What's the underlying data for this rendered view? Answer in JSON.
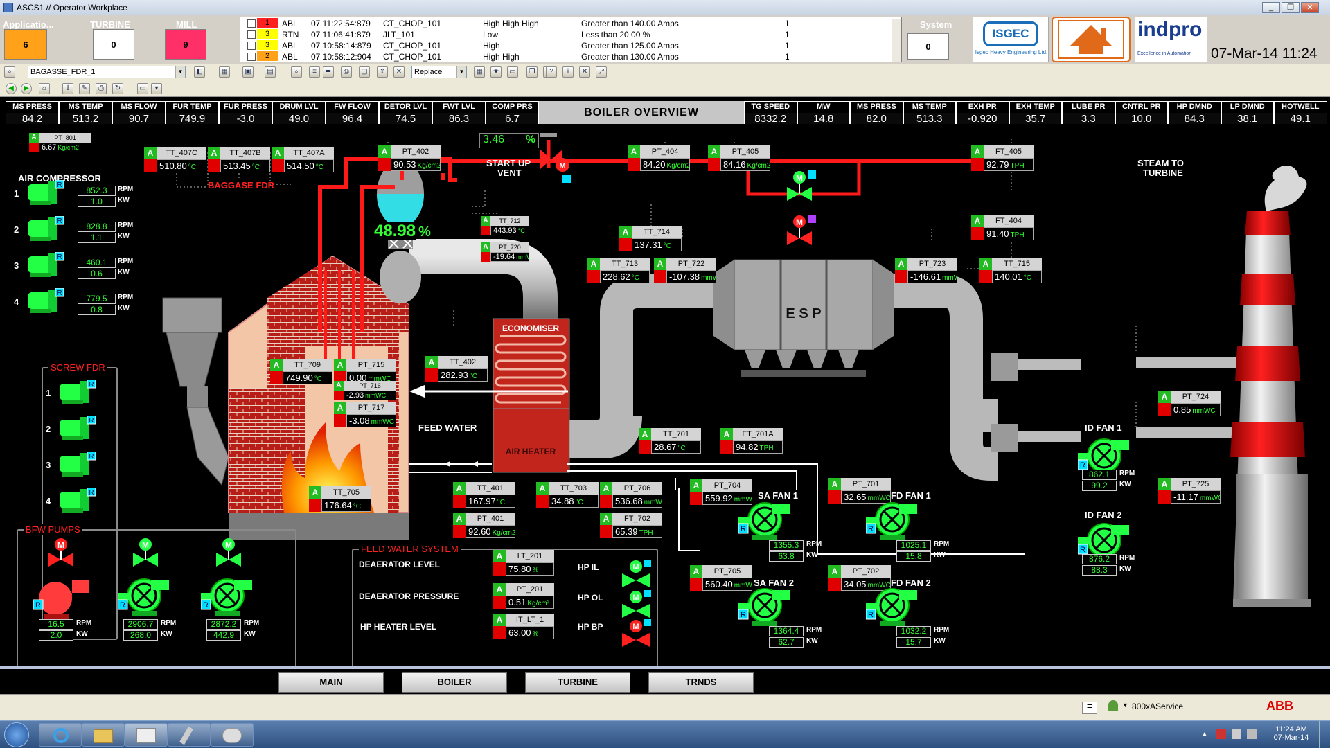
{
  "window": {
    "title": "ASCS1 // Operator Workplace",
    "min": "_",
    "restore": "❐",
    "close": "✕"
  },
  "indicators": [
    {
      "label": "Applicatio...",
      "value": "6",
      "color": "#ffa21a"
    },
    {
      "label": "TURBINE",
      "value": "0",
      "color": "#ffffff"
    },
    {
      "label": "MILL",
      "value": "9",
      "color": "#ff3068"
    }
  ],
  "system_indicator": {
    "label": "System",
    "value": "0"
  },
  "alarms": [
    {
      "pri": "1",
      "pri_color": "#ff2020",
      "state": "ABL",
      "time": "07 11:22:54:879",
      "tag": "CT_CHOP_101",
      "cond": "High High High",
      "desc": "Greater than 140.00 Amps",
      "cls": "1"
    },
    {
      "pri": "3",
      "pri_color": "#ffff00",
      "state": "RTN",
      "time": "07 11:06:41:879",
      "tag": "JLT_101",
      "cond": "Low",
      "desc": "Less than 20.00 %",
      "cls": "1"
    },
    {
      "pri": "3",
      "pri_color": "#ffff00",
      "state": "ABL",
      "time": "07 10:58:14:879",
      "tag": "CT_CHOP_101",
      "cond": "High",
      "desc": "Greater than 125.00 Amps",
      "cls": "1"
    },
    {
      "pri": "2",
      "pri_color": "#ffa21a",
      "state": "ABL",
      "time": "07 10:58:12:904",
      "tag": "CT_CHOP_101",
      "cond": "High High",
      "desc": "Greater than 130.00 Amps",
      "cls": "1"
    }
  ],
  "logos": {
    "isgec": "ISGEC",
    "isgec_sub": "Isgec Heavy Engineering Ltd.",
    "indpro": "indpro",
    "indpro_sub": "Excellence in Automation"
  },
  "clock": "07-Mar-14  11:24",
  "toolbar": {
    "object": "BAGASSE_FDR_1",
    "mode": "Replace"
  },
  "left_strip": [
    {
      "name": "MS PRESS",
      "value": "84.2"
    },
    {
      "name": "MS TEMP",
      "value": "513.2"
    },
    {
      "name": "MS FLOW",
      "value": "90.7"
    },
    {
      "name": "FUR TEMP",
      "value": "749.9"
    },
    {
      "name": "FUR PRESS",
      "value": "-3.0"
    },
    {
      "name": "DRUM LVL",
      "value": "49.0"
    },
    {
      "name": "FW FLOW",
      "value": "96.4"
    },
    {
      "name": "DETOR LVL",
      "value": "74.5"
    },
    {
      "name": "FWT LVL",
      "value": "86.3"
    },
    {
      "name": "COMP PRS",
      "value": "6.7"
    }
  ],
  "page_title": "BOILER OVERVIEW",
  "right_strip": [
    {
      "name": "TG SPEED",
      "value": "8332.2"
    },
    {
      "name": "MW",
      "value": "14.8"
    },
    {
      "name": "MS PRESS",
      "value": "82.0"
    },
    {
      "name": "MS TEMP",
      "value": "513.3"
    },
    {
      "name": "EXH PR",
      "value": "-0.920"
    },
    {
      "name": "EXH TEMP",
      "value": "35.7"
    },
    {
      "name": "LUBE PR",
      "value": "3.3"
    },
    {
      "name": "CNTRL PR",
      "value": "10.0"
    },
    {
      "name": "HP DMND",
      "value": "84.3"
    },
    {
      "name": "LP DMND",
      "value": "38.1"
    },
    {
      "name": "HOTWELL",
      "value": "49.1"
    }
  ],
  "tags": {
    "pt801": {
      "name": "PT_801",
      "value": "6.67",
      "unit": "Kg/cm2"
    },
    "tt407c": {
      "name": "TT_407C",
      "value": "510.80",
      "unit": "°C"
    },
    "tt407b": {
      "name": "TT_407B",
      "value": "513.45",
      "unit": "°C"
    },
    "tt407a": {
      "name": "TT_407A",
      "value": "514.50",
      "unit": "°C"
    },
    "pt402": {
      "name": "PT_402",
      "value": "90.53",
      "unit": "Kg/cm2"
    },
    "pt404": {
      "name": "PT_404",
      "value": "84.20",
      "unit": "Kg/cm2"
    },
    "pt405": {
      "name": "PT_405",
      "value": "84.16",
      "unit": "Kg/cm2"
    },
    "ft405": {
      "name": "FT_405",
      "value": "92.79",
      "unit": "TPH"
    },
    "ft404": {
      "name": "FT_404",
      "value": "91.40",
      "unit": "TPH"
    },
    "tt712": {
      "name": "TT_712",
      "value": "443.93",
      "unit": "°C"
    },
    "pt720": {
      "name": "PT_720",
      "value": "-19.64",
      "unit": "mmWC"
    },
    "tt714": {
      "name": "TT_714",
      "value": "137.31",
      "unit": "°C"
    },
    "tt713": {
      "name": "TT_713",
      "value": "228.62",
      "unit": "°C"
    },
    "pt722": {
      "name": "PT_722",
      "value": "-107.38",
      "unit": "mmWC"
    },
    "pt723": {
      "name": "PT_723",
      "value": "-146.61",
      "unit": "mmWC"
    },
    "tt715": {
      "name": "TT_715",
      "value": "140.01",
      "unit": "°C"
    },
    "tt709": {
      "name": "TT_709",
      "value": "749.90",
      "unit": "°C"
    },
    "pt715": {
      "name": "PT_715",
      "value": "0.00",
      "unit": "mmWC"
    },
    "pt716": {
      "name": "PT_716",
      "value": "-2.93",
      "unit": "mmWC"
    },
    "pt717": {
      "name": "PT_717",
      "value": "-3.08",
      "unit": "mmWC"
    },
    "tt402": {
      "name": "TT_402",
      "value": "282.93",
      "unit": "°C"
    },
    "tt705": {
      "name": "TT_705",
      "value": "176.64",
      "unit": "°C"
    },
    "tt401": {
      "name": "TT_401",
      "value": "167.97",
      "unit": "°C"
    },
    "tt703": {
      "name": "TT_703",
      "value": "34.88",
      "unit": "°C"
    },
    "pt706": {
      "name": "PT_706",
      "value": "536.68",
      "unit": "mmWC"
    },
    "pt401": {
      "name": "PT_401",
      "value": "92.60",
      "unit": "Kg/cm2"
    },
    "ft702": {
      "name": "FT_702",
      "value": "65.39",
      "unit": "TPH"
    },
    "tt701": {
      "name": "TT_701",
      "value": "28.67",
      "unit": "°C"
    },
    "ft701a": {
      "name": "FT_701A",
      "value": "94.82",
      "unit": "TPH"
    },
    "pt704": {
      "name": "PT_704",
      "value": "559.92",
      "unit": "mmWC"
    },
    "pt701": {
      "name": "PT_701",
      "value": "32.65",
      "unit": "mmWC"
    },
    "pt705": {
      "name": "PT_705",
      "value": "560.40",
      "unit": "mmWC"
    },
    "pt702": {
      "name": "PT_702",
      "value": "34.05",
      "unit": "mmWC"
    },
    "pt724": {
      "name": "PT_724",
      "value": "0.85",
      "unit": "mmWC"
    },
    "pt725": {
      "name": "PT_725",
      "value": "-11.17",
      "unit": "mmWC"
    },
    "lt201": {
      "name": "LT_201",
      "value": "75.80",
      "unit": "%"
    },
    "pt201": {
      "name": "PT_201",
      "value": "0.51",
      "unit": "Kg/cm²"
    },
    "itlt1": {
      "name": "IT_LT_1",
      "value": "63.00",
      "unit": "%"
    }
  },
  "labels": {
    "air_comp": "AIR COMPRESSOR",
    "baggase_fdr": "BAGGASE FDR",
    "screw_fdr": "SCREW FDR",
    "bfw_pumps": "BFW PUMPS",
    "startup_vent": "START UP",
    "startup_vent2": "VENT",
    "vent_open": "3.46",
    "vent_unit": "%",
    "steam_to": "STEAM TO",
    "turbine": "TURBINE",
    "drum_level": "48.98",
    "drum_unit": "%",
    "economiser": "ECONOMISER",
    "air_heater": "AIR HEATER",
    "feed_water": "FEED WATER",
    "esp": "E S P",
    "id_fan1": "ID FAN 1",
    "id_fan2": "ID FAN 2",
    "sa_fan1": "SA FAN 1",
    "sa_fan2": "SA FAN 2",
    "fd_fan1": "FD FAN 1",
    "fd_fan2": "FD FAN 2",
    "fws": "FEED WATER SYSTEM",
    "deaerator_level": "DEAERATOR LEVEL",
    "deaerator_pressure": "DEAERATOR PRESSURE",
    "hp_heater_level": "HP HEATER LEVEL",
    "hp_il": "HP IL",
    "hp_ol": "HP OL",
    "hp_bp": "HP BP",
    "rpm": "RPM",
    "kw": "KW",
    "m": "M",
    "r": "R"
  },
  "compressors": [
    {
      "idx": "1",
      "rpm": "852.3",
      "kw": "1.0"
    },
    {
      "idx": "2",
      "rpm": "828.8",
      "kw": "1.1"
    },
    {
      "idx": "3",
      "rpm": "460.1",
      "kw": "0.6"
    },
    {
      "idx": "4",
      "rpm": "779.5",
      "kw": "0.8"
    }
  ],
  "screw_feeders": [
    "1",
    "2",
    "3",
    "4"
  ],
  "bfw_pumps": [
    {
      "rpm": "16.5",
      "kw": "2.0"
    },
    {
      "rpm": "2906.7",
      "kw": "268.0"
    },
    {
      "rpm": "2872.2",
      "kw": "442.9"
    }
  ],
  "fans": {
    "sa1": {
      "rpm": "1355.3",
      "kw": "63.8"
    },
    "sa2": {
      "rpm": "1364.4",
      "kw": "62.7"
    },
    "fd1": {
      "rpm": "1025.1",
      "kw": "15.8"
    },
    "fd2": {
      "rpm": "1032.2",
      "kw": "15.7"
    },
    "id1": {
      "rpm": "862.1",
      "kw": "99.2"
    },
    "id2": {
      "rpm": "876.2",
      "kw": "88.3"
    }
  },
  "nav": {
    "main": "MAIN",
    "boiler": "BOILER",
    "turbine": "TURBINE",
    "trends": "TRNDS"
  },
  "status": {
    "user": "800xAService",
    "brand": "ABB"
  },
  "taskbar": {
    "time": "11:24 AM",
    "date": "07-Mar-14"
  },
  "colors": {
    "steam": "#ff1a1a",
    "water": "#ffffff",
    "flue": "#c0c0c0",
    "running": "#22ff44",
    "stopped": "#ff2020",
    "brick": "#c8241c",
    "drum": "#33dde6"
  }
}
